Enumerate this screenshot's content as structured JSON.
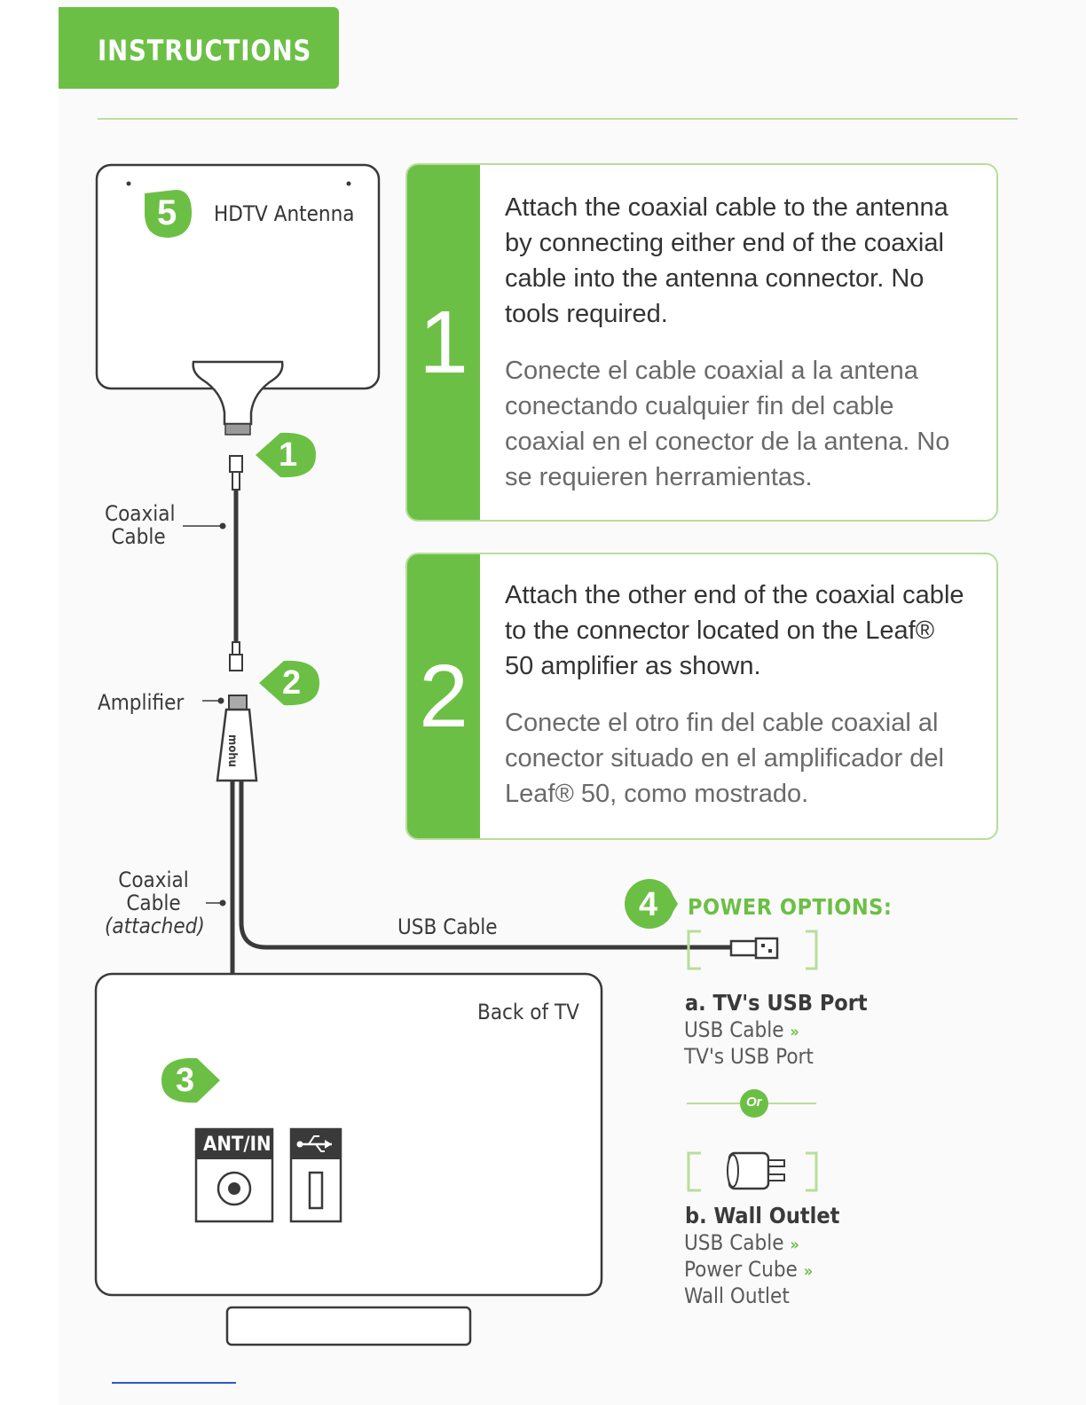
{
  "header": {
    "title": "INSTRUCTIONS"
  },
  "diagram": {
    "antenna_label": "HDTV Antenna",
    "antenna_badge": "5",
    "badge_1": "1",
    "badge_2": "2",
    "badge_3": "3",
    "badge_4": "4",
    "coax_label_line1": "Coaxial",
    "coax_label_line2": "Cable",
    "amplifier_label": "Amplifier",
    "coax_attached_line1": "Coaxial",
    "coax_attached_line2": "Cable",
    "coax_attached_line3": "(attached)",
    "usb_cable_label": "USB Cable",
    "back_of_tv_label": "Back of TV",
    "ant_in_label": "ANT/IN",
    "amp_brand": "mohu"
  },
  "steps": [
    {
      "number": "1",
      "en": "Attach the coaxial cable to the antenna by connecting either end of the coaxial cable into the antenna connector. No tools required.",
      "es": "Conecte el cable coaxial a la antena conectando cualquier fin del cable coaxial en el conector de la antena. No se requieren herramientas."
    },
    {
      "number": "2",
      "en": "Attach the other end of the coaxial cable to the connector located on the Leaf® 50 amplifier as shown.",
      "es": "Conecte el otro fin del cable coaxial al conector situado en el amplificador del Leaf® 50, como mostrado."
    }
  ],
  "power": {
    "heading": "POWER OPTIONS:",
    "or_label": "Or",
    "option_a": {
      "title": "a. TV's USB Port",
      "line1": "USB Cable",
      "line2": "TV's USB Port"
    },
    "option_b": {
      "title": "b. Wall Outlet",
      "line1": "USB Cable",
      "line2": "Power Cube",
      "line3": "Wall Outlet"
    }
  },
  "colors": {
    "accent": "#6cbf45",
    "accent_light": "#b7de9b",
    "line": "#3a3a3a"
  }
}
